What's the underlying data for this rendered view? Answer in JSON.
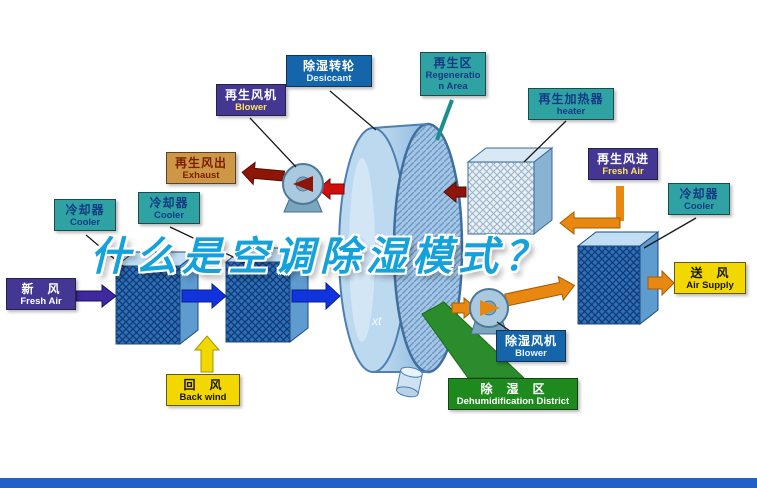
{
  "title": "什么是空调除湿模式？",
  "watermark": "xt",
  "labels": {
    "regen_blower": {
      "zh": "再生风机",
      "en": "Blower"
    },
    "desiccant": {
      "zh": "除湿转轮",
      "en": "Desiccant"
    },
    "regen_area": {
      "zh": "再生区",
      "en": "Regeneration Area"
    },
    "heater": {
      "zh": "再生加热器",
      "en": "heater"
    },
    "exhaust": {
      "zh": "再生风出",
      "en": "Exhaust"
    },
    "cooler_mid": {
      "zh": "冷却器",
      "en": "Cooler"
    },
    "cooler_left": {
      "zh": "冷却器",
      "en": "Cooler"
    },
    "regen_fresh": {
      "zh": "再生风进",
      "en": "Fresh Air"
    },
    "cooler_right": {
      "zh": "冷却器",
      "en": "Cooler"
    },
    "fresh_air": {
      "zh": "新　风",
      "en": "Fresh Air"
    },
    "back_wind": {
      "zh": "回　风",
      "en": "Back wind"
    },
    "air_supply": {
      "zh": "送　风",
      "en": "Air Supply"
    },
    "dehum_blower": {
      "zh": "除湿风机",
      "en": "Blower"
    },
    "dehum_area": {
      "zh": "除　湿　区",
      "en": "Dehumidification District"
    }
  },
  "colors": {
    "label_blue": "#1565ab",
    "label_teal": "#2fa3a3",
    "label_purple": "#443693",
    "label_tan": "#cd9747",
    "label_yellow": "#f2d800",
    "label_green": "#1e8a1e",
    "arrow_blue": "#1133dd",
    "arrow_purple": "#3f28a0",
    "arrow_red": "#d01010",
    "arrow_darkred": "#8e1608",
    "arrow_orange": "#e88810",
    "arrow_yellow": "#f0d800",
    "title": "#14a2dc",
    "bottom_bar": "#2160c8"
  }
}
